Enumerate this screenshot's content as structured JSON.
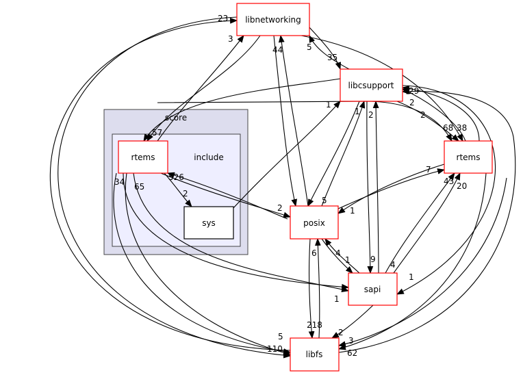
{
  "clusters": {
    "score": "score",
    "include": "include"
  },
  "nodes": {
    "libnetworking": "libnetworking",
    "libcsupport": "libcsupport",
    "rtems_right": "rtems",
    "posix": "posix",
    "sapi": "sapi",
    "libfs": "libfs",
    "rtems_inner": "rtems",
    "sys": "sys"
  },
  "edge_labels": [
    "23",
    "3",
    "44",
    "5",
    "35",
    "2",
    "1",
    "1",
    "2",
    "68",
    "38",
    "29",
    "2",
    "5",
    "7",
    "1",
    "43",
    "20",
    "2",
    "526",
    "2",
    "1",
    "4",
    "1",
    "9",
    "4",
    "1",
    "34",
    "65",
    "6",
    "218",
    "5",
    "110",
    "2",
    "3",
    "62",
    "57"
  ],
  "colors": {
    "cluster_outer": "#ddddee",
    "cluster_inner": "#eeeeff",
    "node_border": "#ff0000"
  }
}
